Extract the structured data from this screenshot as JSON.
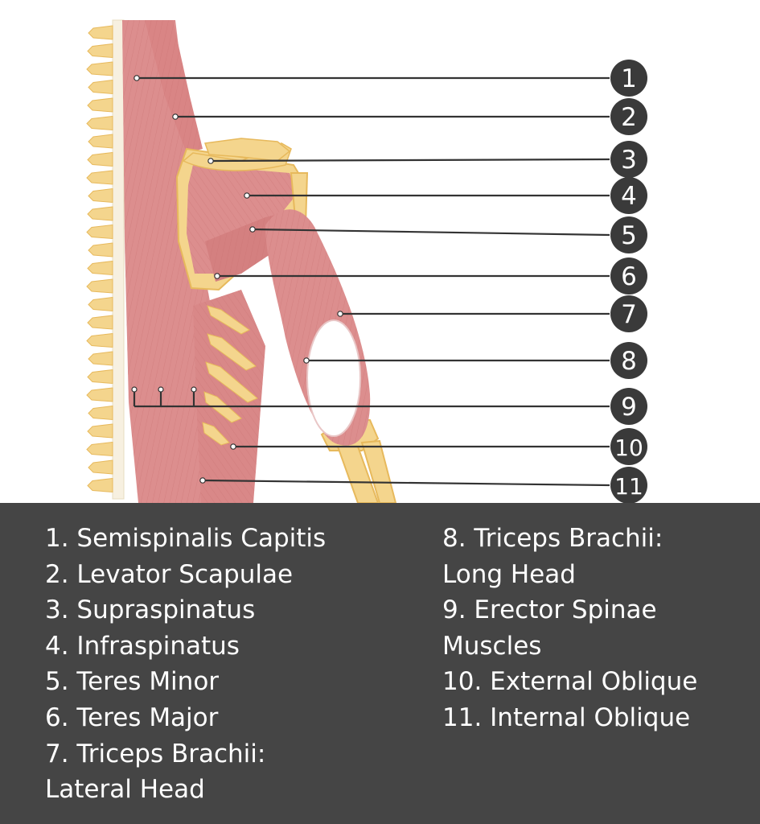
{
  "colors": {
    "muscle": "#dc8e8e",
    "muscle_dark": "#c97272",
    "bone": "#f4d58d",
    "bone_outline": "#e7b95c",
    "callout_circle": "#3a3a3a",
    "leader_line": "#333333",
    "legend_bg": "#454545",
    "legend_text": "#ffffff"
  },
  "callouts": [
    {
      "number": "1"
    },
    {
      "number": "2"
    },
    {
      "number": "3"
    },
    {
      "number": "4"
    },
    {
      "number": "5"
    },
    {
      "number": "6"
    },
    {
      "number": "7"
    },
    {
      "number": "8"
    },
    {
      "number": "9"
    },
    {
      "number": "10"
    },
    {
      "number": "11"
    }
  ],
  "legend": {
    "left": [
      {
        "lines": [
          "1. Semispinalis Capitis"
        ]
      },
      {
        "lines": [
          "2. Levator Scapulae"
        ]
      },
      {
        "lines": [
          "3. Supraspinatus"
        ]
      },
      {
        "lines": [
          "4. Infraspinatus"
        ]
      },
      {
        "lines": [
          "5. Teres Minor"
        ]
      },
      {
        "lines": [
          "6. Teres Major"
        ]
      },
      {
        "lines": [
          "7. Triceps Brachii:",
          "Lateral Head"
        ]
      }
    ],
    "right": [
      {
        "lines": [
          "8. Triceps Brachii:",
          "Long Head"
        ]
      },
      {
        "lines": [
          "9. Erector Spinae",
          "Muscles"
        ]
      },
      {
        "lines": [
          "10. External Oblique"
        ]
      },
      {
        "lines": [
          "11. Internal Oblique"
        ]
      }
    ]
  }
}
